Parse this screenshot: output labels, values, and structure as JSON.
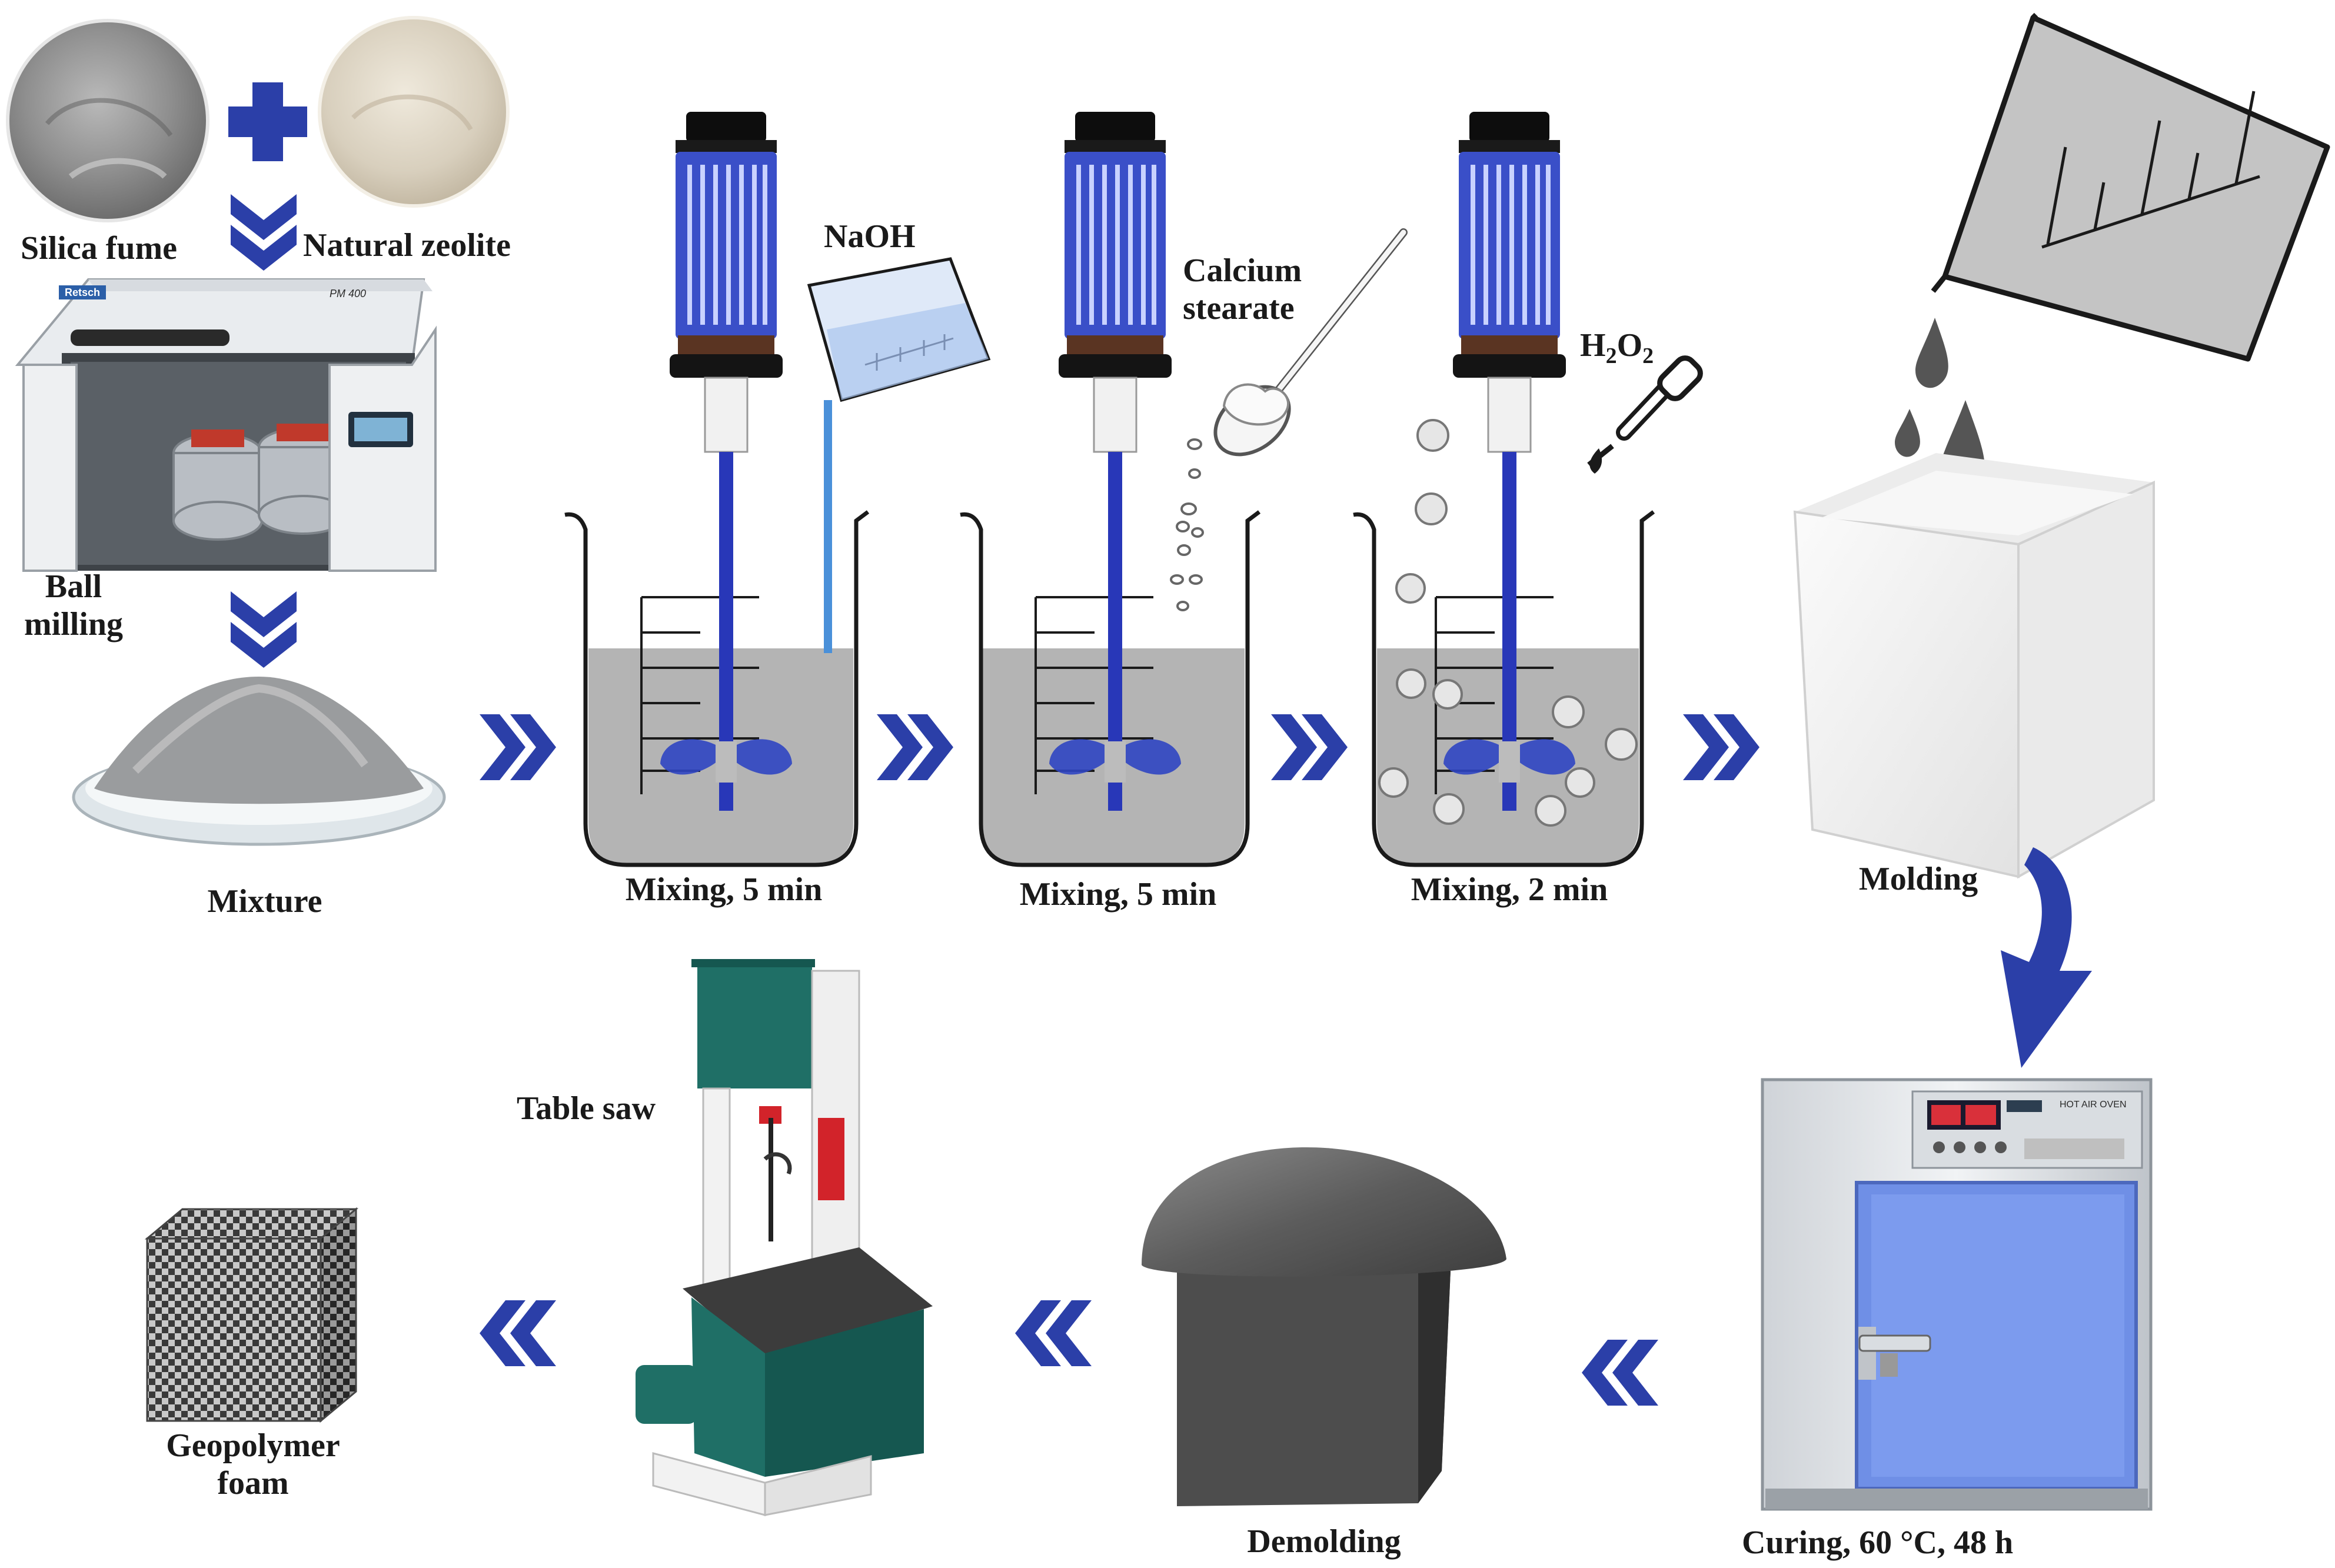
{
  "labels": {
    "silica_fume": "Silica fume",
    "natural_zeolite": "Natural zeolite",
    "ball_milling_line1": "Ball",
    "ball_milling_line2": "milling",
    "mixture": "Mixture",
    "naoh": "NaOH",
    "calcium_stearate_line1": "Calcium",
    "calcium_stearate_line2": "stearate",
    "h2o2_main": "H",
    "h2o2_sub1": "2",
    "h2o2_mid": "O",
    "h2o2_sub2": "2",
    "mixing_1": "Mixing, 5 min",
    "mixing_2": "Mixing, 5 min",
    "mixing_3": "Mixing, 2 min",
    "molding": "Molding",
    "curing": "Curing, 60 °C, 48 h",
    "demolding": "Demolding",
    "table_saw": "Table saw",
    "foam_line1": "Geopolymer",
    "foam_line2": "foam",
    "mill_brand": "Retsch",
    "mill_model": "PM 400",
    "oven_plate": "HOT AIR OVEN"
  },
  "colors": {
    "arrow_blue": "#2b3fa8",
    "motor_blue": "#3a4fc8",
    "liquid_gray": "#b4b4b4",
    "oven_door": "#6f8fe6",
    "saw_green": "#1f6f66"
  }
}
